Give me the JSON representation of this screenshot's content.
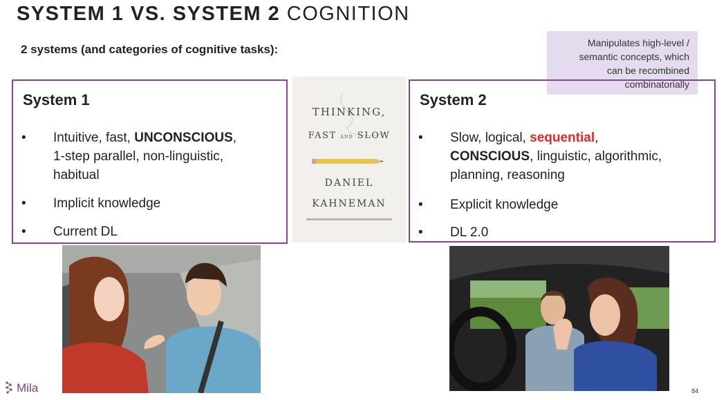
{
  "title": {
    "part1": "SYSTEM 1 VS. SYSTEM 2",
    "part2": "COGNITION"
  },
  "subtitle": "2 systems (and categories of cognitive tasks):",
  "callout": {
    "lines": [
      "Manipulates high-level /",
      "semantic concepts, which",
      "can be recombined",
      "combinatorially"
    ]
  },
  "system1": {
    "heading": "System 1",
    "bullet1": {
      "a": "Intuitive, fast, ",
      "b": "UNCONSCIOUS",
      "c": ",",
      "line2": "1-step parallel, non-linguistic,",
      "line3": "habitual"
    },
    "bullet2": "Implicit knowledge",
    "bullet3": "Current DL"
  },
  "system2": {
    "heading": "System 2",
    "bullet1": {
      "a": "Slow, logical, ",
      "b": "sequential",
      "c": ",",
      "d": "CONSCIOUS",
      "e": ", linguistic, algorithmic,",
      "line3": "planning, reasoning"
    },
    "bullet2": "Explicit knowledge",
    "bullet3": "DL 2.0"
  },
  "bullet_symbol": "•",
  "book": {
    "title1": "THINKING,",
    "title2a": "FAST",
    "title2b": "AND",
    "title2c": "SLOW",
    "author1": "DANIEL",
    "author2": "KAHNEMAN"
  },
  "footer": {
    "logo": "Mila",
    "page": "84"
  },
  "colors": {
    "box_border": "#8f3f97",
    "callout_bg": "#e5dbee",
    "highlight_red": "#e02a2a"
  }
}
